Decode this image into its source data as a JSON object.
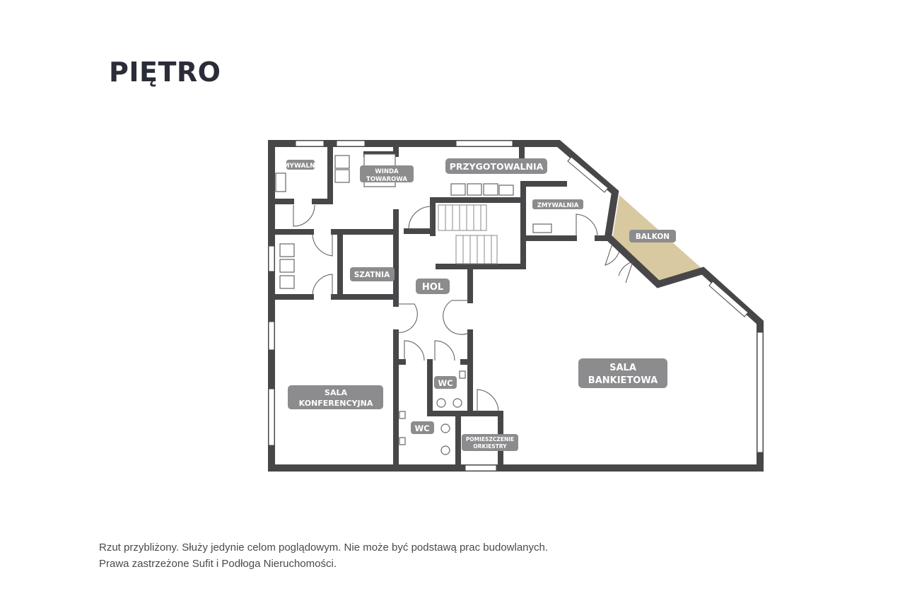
{
  "title": "PIĘTRO",
  "rooms": {
    "zmywalnia_1": "ZMYWALNIA",
    "winda_1": "WINDA",
    "winda_2": "TOWAROWA",
    "przygotowalnia": "PRZYGOTOWALNIA",
    "zmywalnia_2": "ZMYWALNIA",
    "balkon": "BALKON",
    "szatnia": "SZATNIA",
    "hol": "HOL",
    "sala_bankietowa_1": "SALA",
    "sala_bankietowa_2": "BANKIETOWA",
    "sala_konf_1": "SALA",
    "sala_konf_2": "KONFERENCYJNA",
    "wc_1": "WC",
    "wc_2": "WC",
    "orkiestra_1": "POMIESZCZENIE",
    "orkiestra_2": "ORKIESTRY"
  },
  "colors": {
    "wall": "#474749",
    "label": "#8c8c8e",
    "balcony": "#d9c9a0"
  },
  "footer": {
    "line1": "Rzut przybliżony. Służy jedynie celom poglądowym. Nie może być podstawą prac budowlanych.",
    "line2": "Prawa zastrzeżone Sufit i Podłoga Nieruchomości."
  }
}
